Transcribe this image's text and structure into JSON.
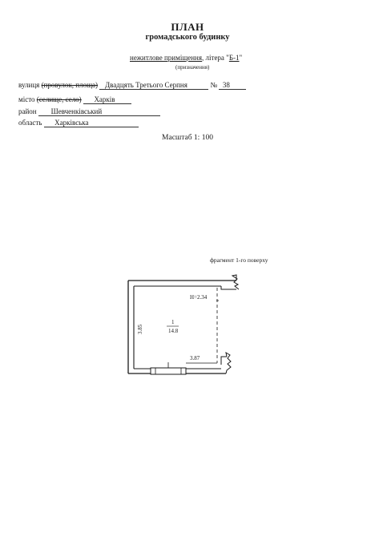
{
  "title": "ПЛАН",
  "subtitle": "громадського будинку",
  "purpose": {
    "value": "нежитлове приміщення",
    "litera_label": ", літера \"",
    "litera_value": "Б-1",
    "closing_quote": "\"",
    "hint": "(призначення)"
  },
  "address": {
    "street_label": "вулиця",
    "street_strike": "(провулок, площа)",
    "street_value": "Двадцять Третього Серпня",
    "number_label": "№",
    "number_value": "38",
    "city_label": "місто",
    "city_strike": "(селище, село)",
    "city_value": "Харків",
    "district_label": "район",
    "district_value": "Шевченківський",
    "region_label": "область",
    "region_value": "Харківська"
  },
  "scale": "Масштаб 1: 100",
  "fragment": "фрагмент 1-го поверху",
  "plan": {
    "room_number": "1",
    "room_area": "14.8",
    "height_label": "H=2.34",
    "dim_left": "3.85",
    "dim_bottom": "3.87"
  }
}
